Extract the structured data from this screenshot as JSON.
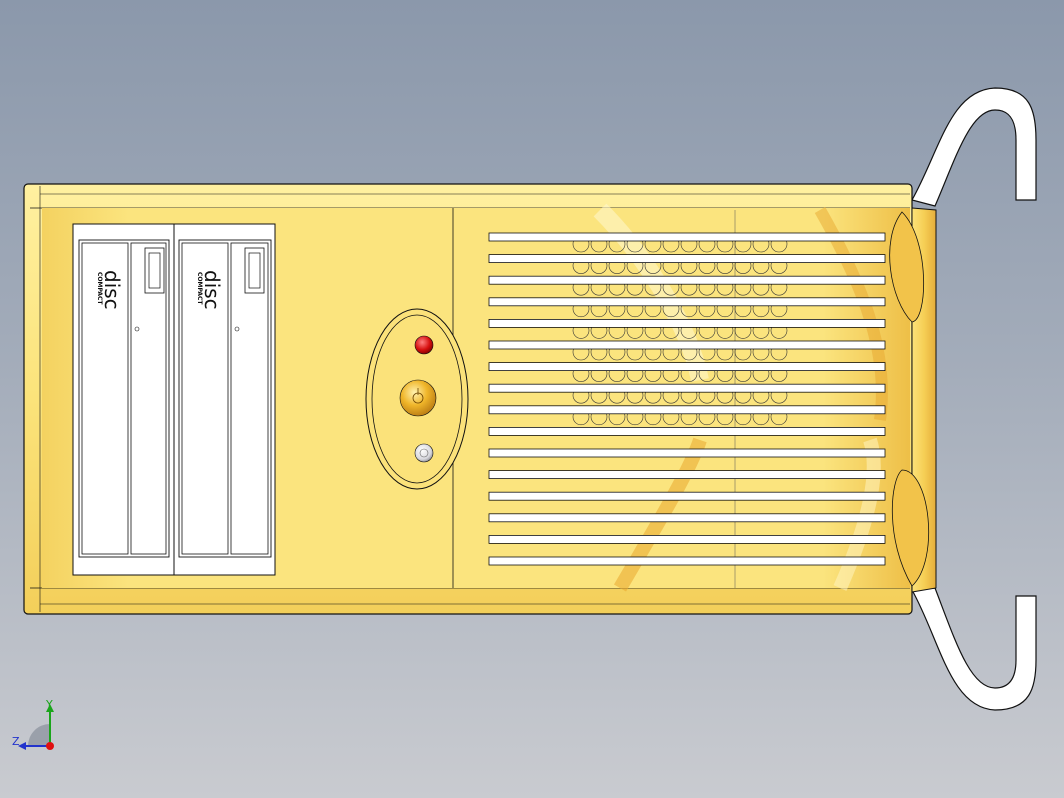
{
  "scene": {
    "model": "computer tower front view",
    "colors": {
      "background_top": "#8b98ab",
      "background_bottom": "#c9cbd0",
      "case_body": "#f8e27a",
      "case_highlight": "#fff6c2",
      "case_shadow": "#d8a53a",
      "outline": "#1a1a1a",
      "vent_slot": "#ffffff",
      "led_power": "#d60f0f",
      "button_power": "#e0a21c",
      "led_hdd": "#e6e6ea",
      "handle": "#ffffff"
    }
  },
  "drive_bays": [
    {
      "brand_top": "COMPACT",
      "brand_main": "disc",
      "icon": "eject-button-icon"
    },
    {
      "brand_top": "COMPACT",
      "brand_main": "disc",
      "icon": "eject-button-icon"
    }
  ],
  "control_panel": {
    "icons": [
      "power-led-icon",
      "power-button-icon",
      "hdd-led-icon"
    ]
  },
  "vent_grille": {
    "slot_count": 16,
    "hole_rows": 9
  },
  "axis_triad": {
    "y_label": "Y",
    "z_label": "Z"
  }
}
